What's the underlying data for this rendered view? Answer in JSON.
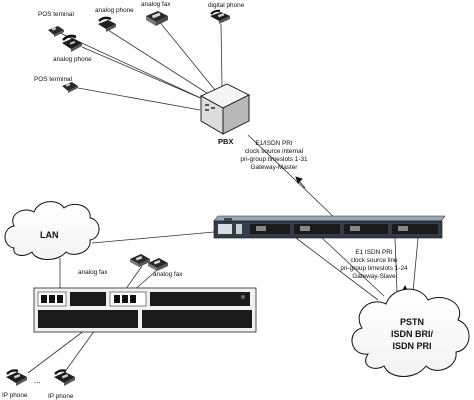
{
  "devices": {
    "pos_terminal_top": "POS teminal",
    "analog_phone_top": "analog phone",
    "analog_fax_top": "analog fax",
    "digital_phone": "digital phone",
    "analog_phone_mid": "analog phone",
    "pos_terminal_left": "POS terminal",
    "pbx": "PBX",
    "lan": "LAN",
    "analog_fax_bottom_1": "analog fax",
    "analog_fax_bottom_2": "analog fax",
    "ip_phone_1": "IP phone",
    "ip_phone_2": "IP phone",
    "ellipsis": "..."
  },
  "annotations": {
    "pri_master": [
      "E1/ISDN PRI",
      "clock source internal",
      "pri-group timeslots 1-31",
      "Gateway-Master"
    ],
    "pri_slave": [
      "E1 ISDN PRI",
      "clock source line",
      "pri-group timeslots 1-24",
      "Gateway-Slave"
    ]
  },
  "pstn": [
    "PSTN",
    "ISDN BRI/",
    "ISDN PRI"
  ],
  "colors": {
    "pstn_text": "#e0191e",
    "line": "#333333",
    "device_dark": "#1b1b1b",
    "pbx_face": "#e4e4e4"
  }
}
